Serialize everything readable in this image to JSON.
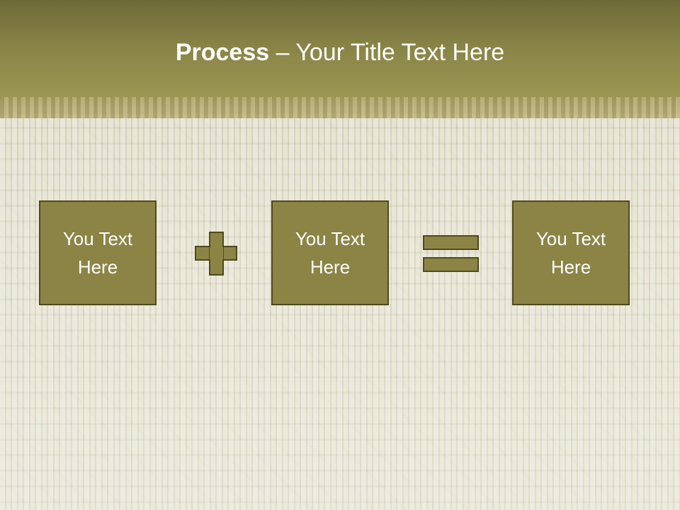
{
  "slide": {
    "title_bold": "Process",
    "title_rest": " – Your Title Text Here"
  },
  "process": {
    "boxes": [
      {
        "label_line1": "You Text",
        "label_line2": "Here"
      },
      {
        "label_line1": "You Text",
        "label_line2": "Here"
      },
      {
        "label_line1": "You Text",
        "label_line2": "Here"
      }
    ],
    "operators": [
      "plus-icon",
      "equals-icon"
    ]
  },
  "colors": {
    "header": "#8c8748",
    "box_fill": "#8b8445",
    "box_border": "#4f4a1e",
    "text": "#ffffff"
  }
}
